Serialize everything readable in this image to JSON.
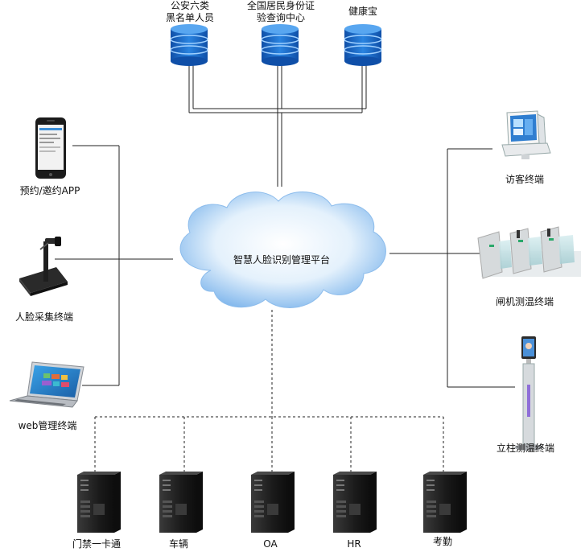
{
  "top_sources": [
    {
      "line1": "公安六类",
      "line2": "黑名单人员"
    },
    {
      "line1": "全国居民身份证",
      "line2": "验查询中心"
    },
    {
      "line1": "健康宝",
      "line2": ""
    }
  ],
  "platform": {
    "label": "智慧人脸识别管理平台"
  },
  "left_devices": [
    {
      "label": "预约/邀约APP"
    },
    {
      "label": "人脸采集终端"
    },
    {
      "label": "web管理终端"
    }
  ],
  "right_devices": [
    {
      "label": "访客终端"
    },
    {
      "label": "闸机测温终端"
    },
    {
      "label": "立柱测温终端"
    }
  ],
  "servers": [
    {
      "label": "门禁一卡通"
    },
    {
      "label": "车辆"
    },
    {
      "label": "OA"
    },
    {
      "label": "HR"
    },
    {
      "label": "考勤"
    }
  ],
  "colors": {
    "cloud_light": "#e4f1fc",
    "cloud_dark": "#6aa9e6",
    "db_blue": "#1565c8",
    "db_light": "#58a6f0",
    "server_dark": "#1c1c1c",
    "line": "#222222"
  }
}
